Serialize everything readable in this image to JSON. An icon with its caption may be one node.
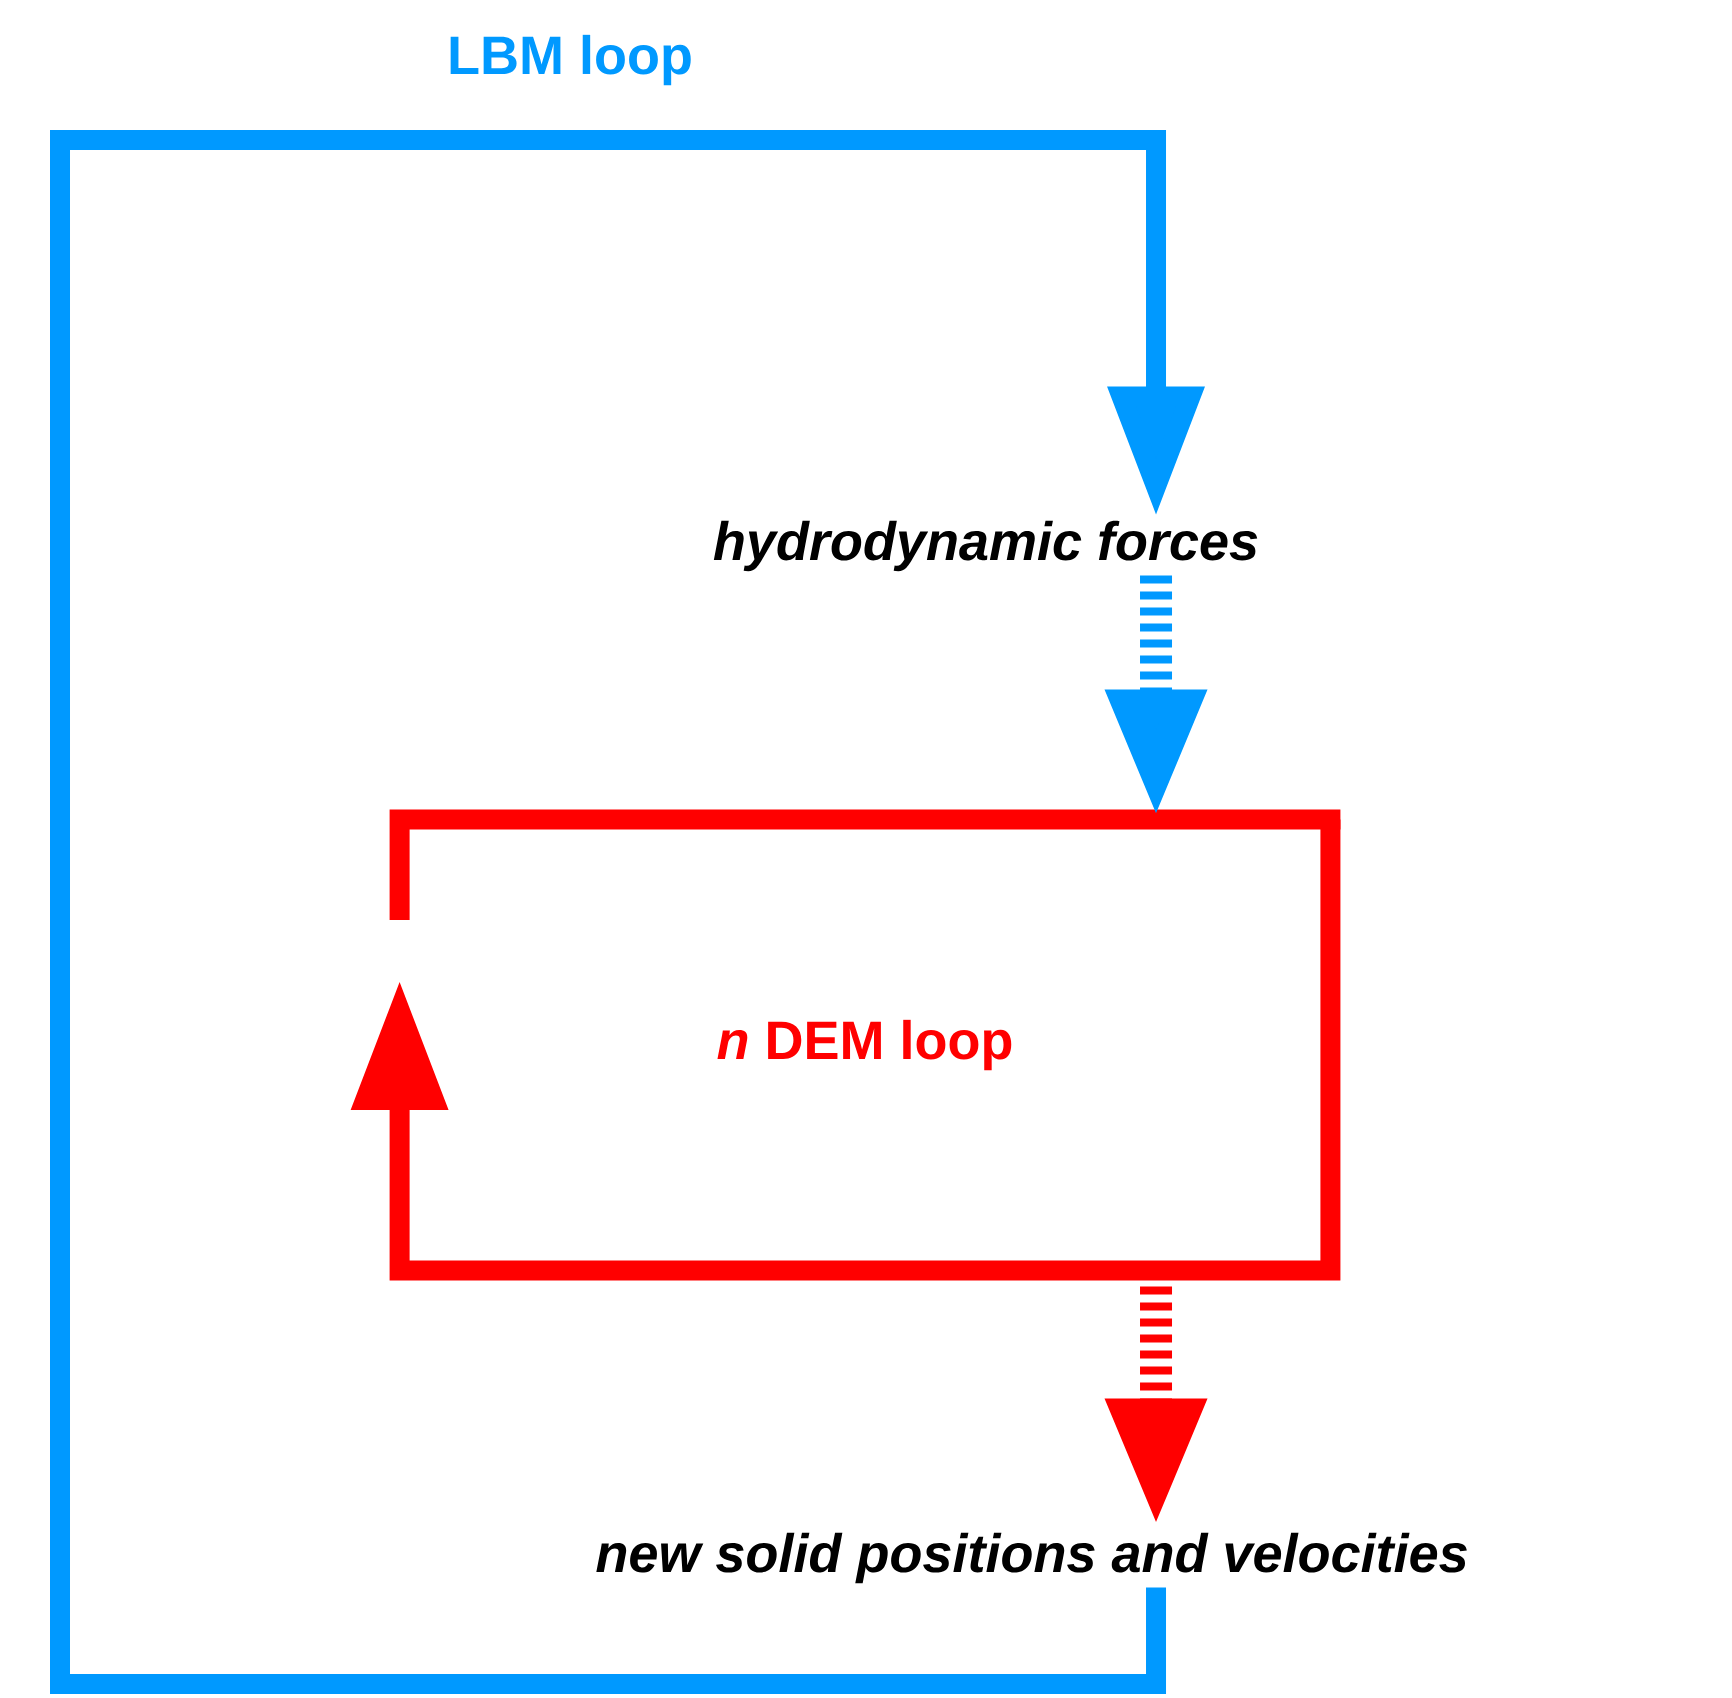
{
  "diagram": {
    "nodes": [
      {
        "text": [
          "hydrodynamic forces"
        ]
      },
      {
        "text": [
          "*n* DEM loop"
        ]
      },
      {
        "text": [
          "new solid positions and velocities"
        ]
      }
    ],
    "edges": [
      {
        "from": 0,
        "to": 1,
        "arrow": "to",
        "style": "dashed"
      },
      {
        "from": 1,
        "to": 2,
        "arrow": "to",
        "style": "dashed",
        "color": "#ff0000"
      },
      {
        "from": 2,
        "to": 0,
        "arrow": "to",
        "label": "LBM loop"
      }
    ]
  }
}
